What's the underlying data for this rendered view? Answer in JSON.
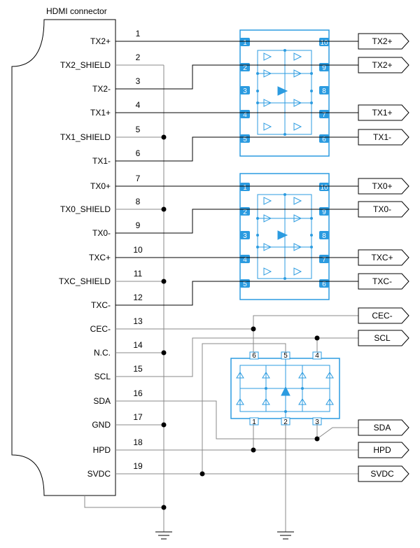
{
  "connector_title": "HDMI connector",
  "pins": [
    {
      "num": "1",
      "name": "TX2+"
    },
    {
      "num": "2",
      "name": "TX2_SHIELD"
    },
    {
      "num": "3",
      "name": "TX2-"
    },
    {
      "num": "4",
      "name": "TX1+"
    },
    {
      "num": "5",
      "name": "TX1_SHIELD"
    },
    {
      "num": "6",
      "name": "TX1-"
    },
    {
      "num": "7",
      "name": "TX0+"
    },
    {
      "num": "8",
      "name": "TX0_SHIELD"
    },
    {
      "num": "9",
      "name": "TX0-"
    },
    {
      "num": "10",
      "name": "TXC+"
    },
    {
      "num": "11",
      "name": "TXC_SHIELD"
    },
    {
      "num": "12",
      "name": "TXC-"
    },
    {
      "num": "13",
      "name": "CEC-"
    },
    {
      "num": "14",
      "name": "N.C."
    },
    {
      "num": "15",
      "name": "SCL"
    },
    {
      "num": "16",
      "name": "SDA"
    },
    {
      "num": "17",
      "name": "GND"
    },
    {
      "num": "18",
      "name": "HPD"
    },
    {
      "num": "19",
      "name": "SVDC"
    }
  ],
  "chip1_pins": {
    "left": [
      "1",
      "2",
      "3",
      "4",
      "5"
    ],
    "right": [
      "10",
      "9",
      "8",
      "7",
      "6"
    ]
  },
  "chip2_pins": {
    "left": [
      "1",
      "2",
      "3",
      "4",
      "5"
    ],
    "right": [
      "10",
      "9",
      "8",
      "7",
      "6"
    ]
  },
  "chip3_pins": {
    "top": [
      "6",
      "5",
      "4"
    ],
    "bottom": [
      "1",
      "2",
      "3"
    ]
  },
  "outputs": [
    "TX2+",
    "TX2+",
    "TX1+",
    "TX1-",
    "TX0+",
    "TX0-",
    "TXC+",
    "TXC-",
    "CEC-",
    "SCL",
    "SDA",
    "HPD",
    "SVDC"
  ],
  "colors": {
    "chip": "#2b9be0",
    "wire": "#000000",
    "wire_light": "#888888"
  }
}
